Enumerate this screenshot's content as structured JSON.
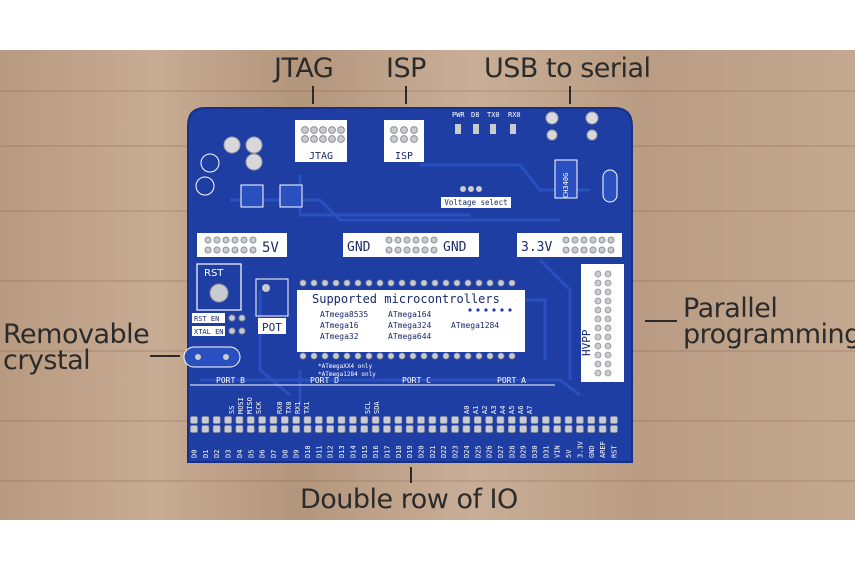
{
  "callouts": {
    "jtag": "JTAG",
    "isp": "ISP",
    "usb_serial": "USB to serial",
    "parallel_line1": "Parallel",
    "parallel_line2": "programming",
    "crystal_line1": "Removable",
    "crystal_line2": "crystal",
    "io_rows": "Double row of IO"
  },
  "board": {
    "header_jtag": "JTAG",
    "header_isp": "ISP",
    "rail_5v": "5V",
    "rail_gnd_left": "GND",
    "rail_gnd_right": "GND",
    "rail_3v3": "3.3V",
    "rst_label": "RST",
    "rst_en": "RST EN",
    "xtal_en": "XTAL EN",
    "pot_label": "POT",
    "voltage_select": "Voltage select",
    "leds": [
      "PWR",
      "D8",
      "TX0",
      "RX0"
    ],
    "ic_usb": "CH340G",
    "parallel_header": "HVPP",
    "mcu_title": "Supported microcontrollers",
    "mcu_col1": [
      "ATmega8535",
      "ATmega16",
      "ATmega32"
    ],
    "mcu_col2": [
      "ATmega164",
      "ATmega324",
      "ATmega644"
    ],
    "mcu_col3": [
      "",
      "ATmega1284",
      ""
    ],
    "mcu_note1": "*ATmegaXX4 only",
    "mcu_note2": "*ATmega1284 only",
    "ports": [
      "PORT B",
      "PORT D",
      "PORT C",
      "PORT A"
    ],
    "pins_upper": [
      "SS",
      "MOSI",
      "MISO",
      "SCK",
      "RX0",
      "TX0",
      "RX1",
      "TX1",
      "SCL",
      "SDA",
      "A0",
      "A1",
      "A2",
      "A3",
      "A4",
      "A5",
      "A6",
      "A7"
    ],
    "pins_lower": [
      "D0",
      "D1",
      "D2",
      "D3",
      "D4",
      "D5",
      "D6",
      "D7",
      "D8",
      "D9",
      "D10",
      "D11",
      "D12",
      "D13",
      "D14",
      "D15",
      "D16",
      "D17",
      "D18",
      "D19",
      "D20",
      "D21",
      "D22",
      "D23",
      "D24",
      "D25",
      "D26",
      "D27",
      "D28",
      "D29",
      "D30",
      "D31",
      "VIN",
      "5V",
      "3.3V",
      "GND",
      "AREF",
      "RST"
    ]
  },
  "colors": {
    "pcb": "#1f3ea3",
    "pcb_trace": "#2b52c4",
    "silkscreen": "#ffffff",
    "pad": "#c9cbd0",
    "wood": "#c3a68e",
    "text": "#2b2b2b"
  }
}
